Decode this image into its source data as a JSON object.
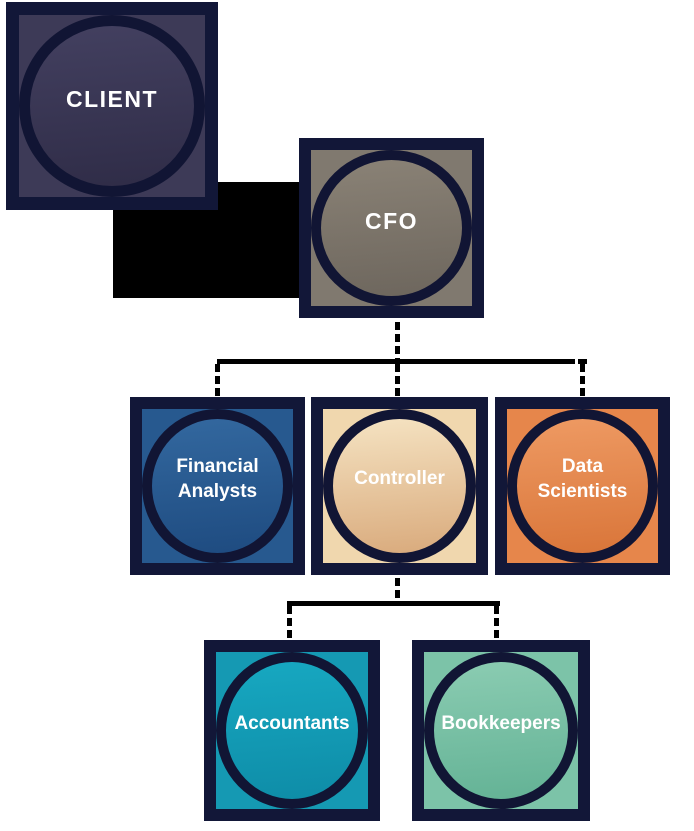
{
  "diagram": {
    "type": "org-chart",
    "colors": {
      "background": "#ffffff",
      "node_border": "#121738",
      "circle_ring": "#111534",
      "connector": "#000000",
      "text": "#ffffff"
    },
    "nodes": {
      "client": {
        "label": "CLIENT",
        "corner": "#3d3a57",
        "fill_top": "#434060",
        "fill_bottom": "#2f2c47"
      },
      "cfo": {
        "label": "CFO",
        "corner": "#80796f",
        "fill_top": "#8a8276",
        "fill_bottom": "#6d665d"
      },
      "financial_analysts": {
        "label": "Financial Analysts",
        "corner": "#27598f",
        "fill_top": "#33689f",
        "fill_bottom": "#1e4b80"
      },
      "controller": {
        "label": "Controller",
        "corner": "#f0d7ae",
        "fill_top": "#f5e3c2",
        "fill_bottom": "#d9aa7c"
      },
      "data_scientists": {
        "label": "Data Scientists",
        "corner": "#e6864b",
        "fill_top": "#ee9a63",
        "fill_bottom": "#d97539"
      },
      "accountants": {
        "label": "Accountants",
        "corner": "#1599b3",
        "fill_top": "#17a8c1",
        "fill_bottom": "#0e8ca7"
      },
      "bookkeepers": {
        "label": "Bookkeepers",
        "corner": "#7cc3a8",
        "fill_top": "#8bccb2",
        "fill_bottom": "#63b295"
      }
    },
    "edges": [
      {
        "from": "client",
        "to": "cfo",
        "style": "solid-block"
      },
      {
        "from": "cfo",
        "to": "financial_analysts",
        "style": "dashed"
      },
      {
        "from": "cfo",
        "to": "controller",
        "style": "dashed"
      },
      {
        "from": "cfo",
        "to": "data_scientists",
        "style": "dashed"
      },
      {
        "from": "controller",
        "to": "accountants",
        "style": "dashed"
      },
      {
        "from": "controller",
        "to": "bookkeepers",
        "style": "dashed"
      }
    ]
  }
}
